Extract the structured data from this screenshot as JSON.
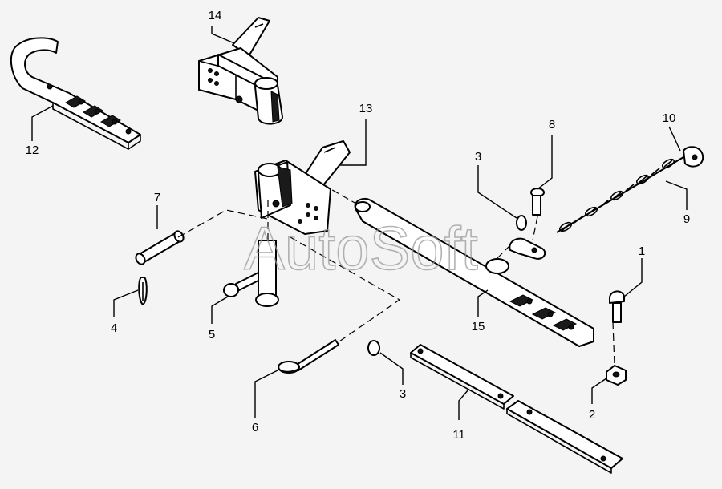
{
  "watermark": "AutoSoft",
  "callouts": {
    "c1": "1",
    "c2": "2",
    "c3a": "3",
    "c3b": "3",
    "c4": "4",
    "c5": "5",
    "c6": "6",
    "c7": "7",
    "c8": "8",
    "c9": "9",
    "c10": "10",
    "c11": "11",
    "c12": "12",
    "c13": "13",
    "c14": "14",
    "c15": "15"
  }
}
